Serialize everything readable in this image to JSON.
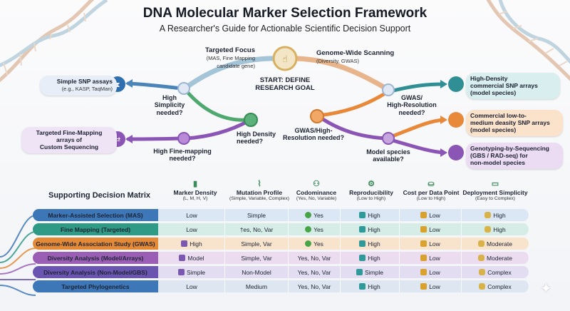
{
  "header": {
    "title": "DNA Molecular Marker Selection Framework",
    "subtitle": "A Researcher's Guide for Actionable Scientific Decision Support"
  },
  "tree": {
    "start": "START: DEFINE\nRESEARCH GOAL",
    "targeted_focus": "Targeted Focus",
    "targeted_focus_sub": "(MAS, Fine Mapping\ncandidate gene)",
    "genome_wide": "Genome-Wide Scanning",
    "genome_wide_sub": "(Diversity, GWAS)",
    "q_high_simplicity": "High\nSimplicity\nneeded?",
    "q_high_density": "High Density\nneeded?",
    "q_high_fine_mapping": "High Fine-mapping\nneeded?",
    "q_gwas_right": "GWAS/\nHigh-Resolution\nneeded?",
    "q_gwas_mid": "GWAS/High-\nResolution needed?",
    "q_model_species": "Model species\navailable?",
    "out_simple_snp": "Simple SNP assays",
    "out_simple_snp_sub": "(e.g., KASP, TaqMan)",
    "out_fine_mapping": "Targeted Fine-Mapping\narrays of\nCustom Sequencing",
    "out_high_density": "High-Density\ncommercial SNP arrays\n(model species)",
    "out_low_medium": "Commercial low-to-\nmedium deasity SNP arrays\n(model species)",
    "out_gbs": "Genotyping-by-Sequencing\n(GBS / RAD-seq) for\nnon-model species"
  },
  "colors": {
    "teal": "#2f8f94",
    "orange": "#e8893a",
    "purple": "#8a55b5",
    "blue": "#2f6fb0",
    "green": "#3e9a55"
  },
  "matrix": {
    "title": "Supporting Decision Matrix",
    "columns": [
      {
        "name": "Marker Density",
        "sub": "(L, M, H, V)"
      },
      {
        "name": "Mutation Profile",
        "sub": "(Simple, Variable, Complex)"
      },
      {
        "name": "Codominance",
        "sub": "(Yes, No, Variable)"
      },
      {
        "name": "Reproducibility",
        "sub": "(Low to High)"
      },
      {
        "name": "Cost per Data Point",
        "sub": "(Low to High)"
      },
      {
        "name": "Deployment Simplicity",
        "sub": "(Easy to Complex)"
      }
    ],
    "rows": [
      {
        "label": "Marker-Assisted Selection (MAS)",
        "color": "#3d77b8",
        "tint": "#dbe7f4",
        "cells": [
          "Low",
          "Simple",
          "Yes",
          "High",
          "Low",
          "High"
        ]
      },
      {
        "label": "Fine Mapping (Targeted)",
        "color": "#2f9a86",
        "tint": "#d6ece6",
        "cells": [
          "Low",
          "†es, No, Var",
          "Yes",
          "High",
          "Low",
          "High"
        ]
      },
      {
        "label": "Genome-Wide Association Study (GWAS)",
        "color": "#e48a36",
        "tint": "#f8e3cd",
        "cells": [
          "High",
          "Simple, Var",
          "Yes",
          "High",
          "Low",
          "Moderate"
        ]
      },
      {
        "label": "Diversity Analysis (Model/Arrays)",
        "color": "#9a5fb4",
        "tint": "#ecdcf0",
        "cells": [
          "Model",
          "Simple, Var",
          "Yes, No, Var",
          "High",
          "Low",
          "Moderate"
        ]
      },
      {
        "label": "Diversity Analysis (Non-Model/GBS)",
        "color": "#6a56b0",
        "tint": "#e2ddf1",
        "cells": [
          "Simple",
          "Non-Model",
          "Yes, No, Var",
          "Simple",
          "Low",
          "Complex"
        ]
      },
      {
        "label": "Targeted Phylogenetics",
        "color": "#3d77b8",
        "tint": "#dde6f1",
        "cells": [
          "Low",
          "Medium",
          "Yes, No, Var",
          "High",
          "Low",
          "Complex"
        ]
      }
    ]
  }
}
